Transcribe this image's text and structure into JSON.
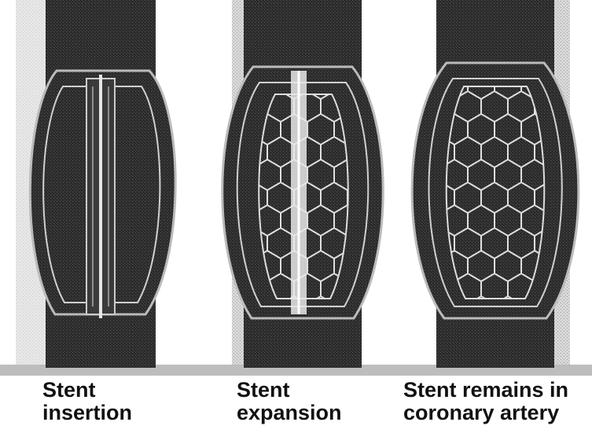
{
  "panels": [
    {
      "label_line1": "Stent",
      "label_line2": "insertion"
    },
    {
      "label_line1": "Stent",
      "label_line2": "expansion"
    },
    {
      "label_line1": "Stent remains in",
      "label_line2": "coronary artery"
    }
  ],
  "colors": {
    "vessel": "#2b2b2b",
    "background_band": "#cfcfcf",
    "stent_light": "#e8e8e8"
  }
}
